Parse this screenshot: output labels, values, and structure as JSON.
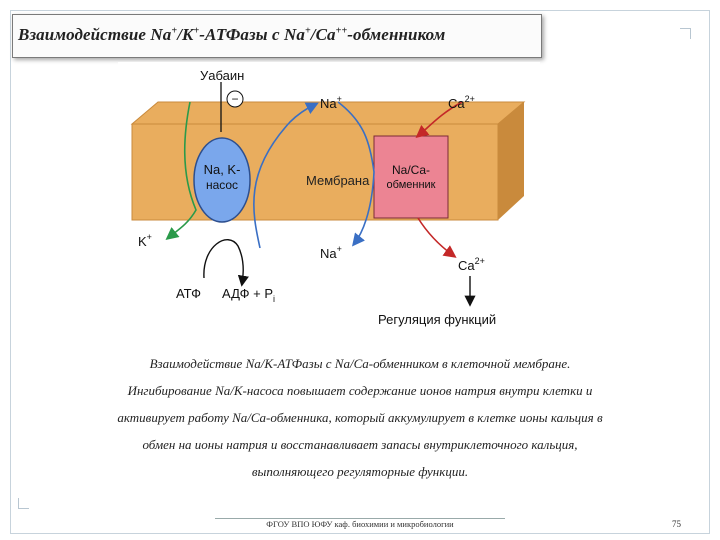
{
  "slide": {
    "title_html": "Взаимодействие Na<sup>+</sup>/K<sup>+</sup>-АТФазы с Na<sup>+</sup>/Ca<sup>++</sup>-обменником",
    "caption_lines": [
      "Взаимодействие Na/K-АТФазы с Na/Ca-обменником в клеточной мембране.",
      "Ингибирование Na/K-насоса повышает содержание ионов натрия внутри клетки и",
      "активирует работу Na/Ca-обменника, который аккумулирует в клетке ионы кальция в",
      "обмен на ионы натрия и восстанавливает запасы внутриклеточного кальция,",
      "выполняющего регуляторные функции."
    ],
    "footer": "ФГОУ ВПО ЮФУ каф. биохимии и микробиологии",
    "page_number": "75"
  },
  "diagram": {
    "ouabain": "Уабаин",
    "inhibit_sign": "−",
    "na_top": "Na",
    "na_bottom": "Na",
    "plus": "+",
    "k": "K",
    "ca_top": "Ca",
    "ca_bottom": "Ca",
    "ca_charge": "2+",
    "pump_line1": "Na, K-",
    "pump_line2": "насос",
    "membrane": "Мембрана",
    "exchanger_line1": "Na/Ca-",
    "exchanger_line2": "обменник",
    "atp": "АТФ",
    "adp": "АДФ + P",
    "pi_sub": "i",
    "regulation": "Регуляция функций",
    "colors": {
      "membrane": "#e9ad5e",
      "membrane_dark": "#c98a3c",
      "pump": "#7aa7ec",
      "exchanger": "#ec8493",
      "na_arrow": "#3a6fc4",
      "k_arrow": "#2a9a4a",
      "ca_arrow": "#c42828",
      "panel_bg": "#ffffff"
    }
  }
}
